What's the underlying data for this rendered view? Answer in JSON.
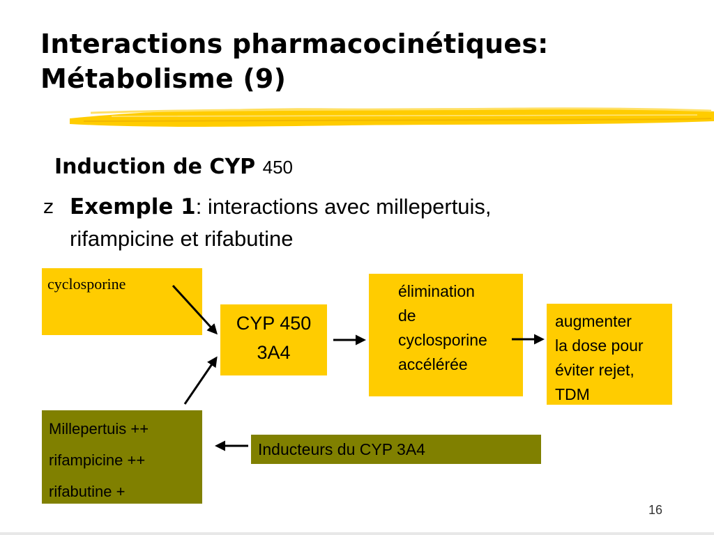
{
  "slide": {
    "title_line1": "Interactions pharmacocinétiques:",
    "title_line2": "Métabolisme (9)",
    "subtitle_bold": "Induction de CYP",
    "subtitle_number": "450",
    "bullet_glyph": "z",
    "bullet_label": "Exemple 1",
    "bullet_text_line1": ": interactions avec millepertuis,",
    "bullet_text_line2": "rifampicine et rifabutine",
    "page_number": "16"
  },
  "diagram": {
    "colors": {
      "yellow": "#ffcc00",
      "olive": "#808000"
    },
    "cyclosporine": "cyclosporine",
    "cyp_line1": "CYP 450",
    "cyp_line2": "3A4",
    "elimination": [
      "élimination",
      "de",
      "cyclosporine",
      "accélérée"
    ],
    "augmenter": [
      "augmenter",
      "la dose pour",
      "éviter rejet,",
      "TDM"
    ],
    "inducers": [
      "Millepertuis ++",
      "rifampicine ++",
      "rifabutine +"
    ],
    "inducers_label": "Inducteurs du CYP 3A4"
  }
}
